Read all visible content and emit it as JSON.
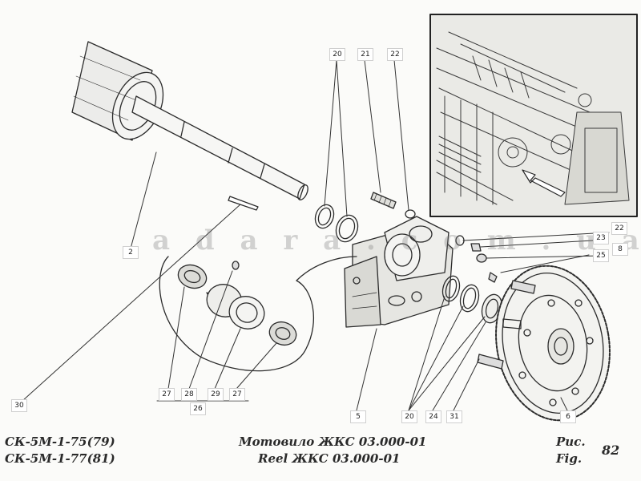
{
  "watermark": "a d a r a . c o m . u a",
  "callouts": {
    "c2": "2",
    "c20a": "20",
    "c21": "21",
    "c22a": "22",
    "c22b": "22",
    "c23": "23",
    "c8": "8",
    "c25": "25",
    "c30": "30",
    "c27a": "27",
    "c28": "28",
    "c29": "29",
    "c27b": "27",
    "c26": "26",
    "c5": "5",
    "c20b": "20",
    "c24": "24",
    "c31": "31",
    "c6": "6"
  },
  "caption": {
    "model_line1": "СК-5М-1-75(79)",
    "model_line2": "СК-5М-1-77(81)",
    "title_ru": "Мотовило ЖКС 03.000-01",
    "title_en": "Reel ЖКС 03.000-01",
    "fig_ru": "Рис.",
    "fig_en": "Fig.",
    "fig_number": "82"
  }
}
